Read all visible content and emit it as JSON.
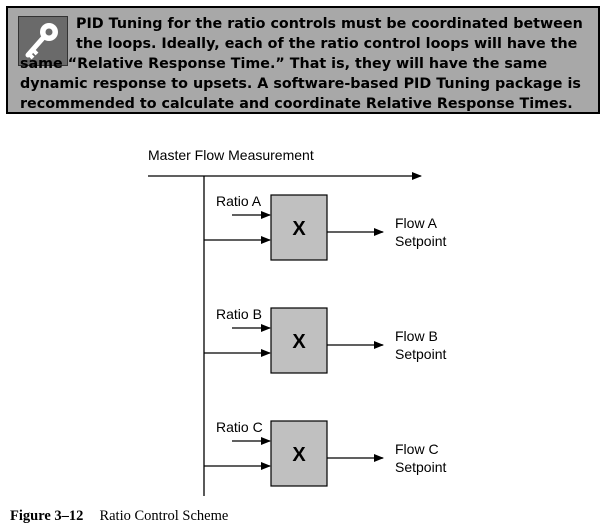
{
  "note": {
    "icon": "key-icon",
    "text": "PID Tuning for the ratio controls must be coordinated between the loops. Ideally, each of the ratio control loops will have the same “Relative Response Time.” That is, they will have the same dynamic response to upsets. A software-based PID Tuning package is recommended to calculate and coordinate Relative Response Times."
  },
  "diagram": {
    "master_label": "Master Flow Measurement",
    "loops": [
      {
        "ratio_label": "Ratio A",
        "box_label": "X",
        "output_line1": "Flow A",
        "output_line2": "Setpoint"
      },
      {
        "ratio_label": "Ratio B",
        "box_label": "X",
        "output_line1": "Flow B",
        "output_line2": "Setpoint"
      },
      {
        "ratio_label": "Ratio C",
        "box_label": "X",
        "output_line1": "Flow C",
        "output_line2": "Setpoint"
      }
    ]
  },
  "caption": {
    "number": "Figure 3–12",
    "title": "Ratio Control Scheme"
  }
}
